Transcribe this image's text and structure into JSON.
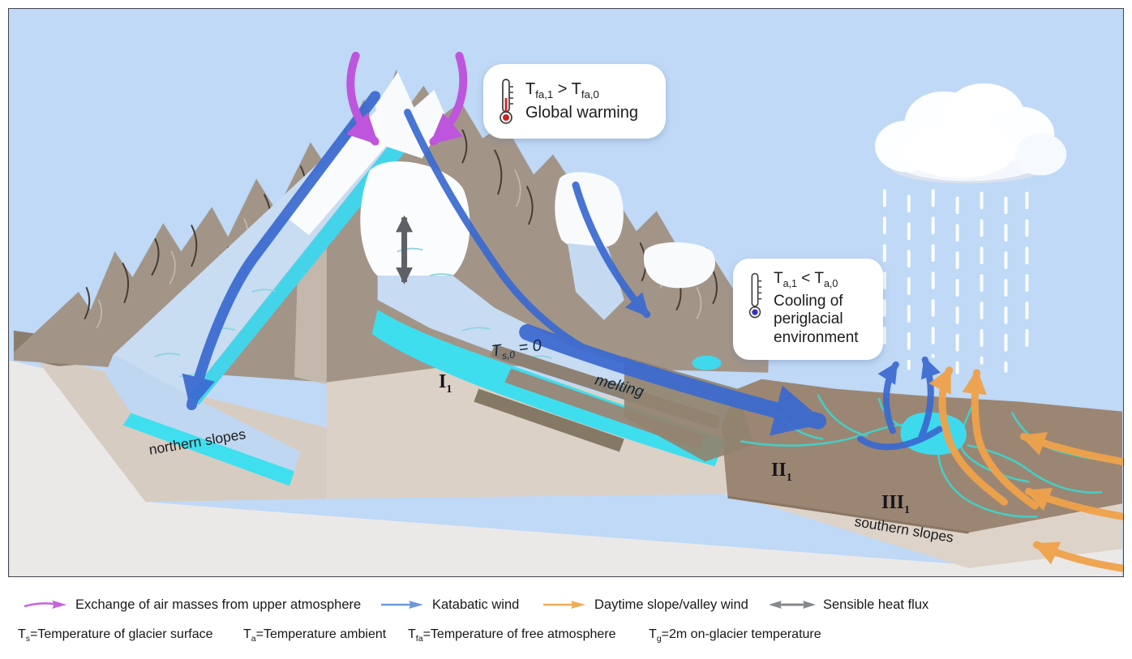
{
  "scene": {
    "labels": {
      "surface_temp": {
        "t1": "T",
        "sub": "s,0",
        "t2": " = 0"
      },
      "melting": "melting",
      "zone1": {
        "roman": "I",
        "sub": "1"
      },
      "zone2": {
        "roman": "II",
        "sub": "1"
      },
      "zone3": {
        "roman": "III",
        "sub": "1"
      },
      "northern_slopes": "northern slopes",
      "southern_slopes": "southern slopes"
    },
    "callouts": {
      "warming": {
        "t1": "T",
        "s1": "fa,1",
        "cmp": " > T",
        "s2": "fa,0",
        "label": "Global warming"
      },
      "cooling": {
        "t1": "T",
        "s1": "a,1",
        "cmp": " < T",
        "s2": "a,0",
        "label": "Cooling of periglacial environment"
      }
    }
  },
  "legend": {
    "items": [
      {
        "name": "exchange-arrow",
        "label": "Exchange of air masses from upper atmosphere",
        "color": "#c663de"
      },
      {
        "name": "katabatic-arrow",
        "label": "Katabatic wind",
        "color": "#6f98da"
      },
      {
        "name": "valley-wind-arrow",
        "label": "Daytime slope/valley wind",
        "color": "#f0ab57"
      },
      {
        "name": "sensible-heat-arrow",
        "label": "Sensible heat flux",
        "color": "#85898c"
      }
    ]
  },
  "definitions": [
    {
      "t": "T",
      "sub": "s",
      "rest": "=Temperature of glacier surface"
    },
    {
      "t": "T",
      "sub": "a",
      "rest": "=Temperature ambient"
    },
    {
      "t": "T",
      "sub": "fa",
      "rest": "=Temperature of free atmosphere"
    },
    {
      "t": "T",
      "sub": "g",
      "rest": "=2m on-glacier temperature"
    }
  ],
  "colors": {
    "sky": "#bfd9f6",
    "glacier_ice": "#c8dcf2",
    "melt_cyan": "#3edeef",
    "mountain": "#a29588",
    "katabatic_blue": "#3b6ad0",
    "exchange_purple": "#bd56dd",
    "valley_orange": "#f0a24a",
    "heat_gray": "#5d6066"
  }
}
